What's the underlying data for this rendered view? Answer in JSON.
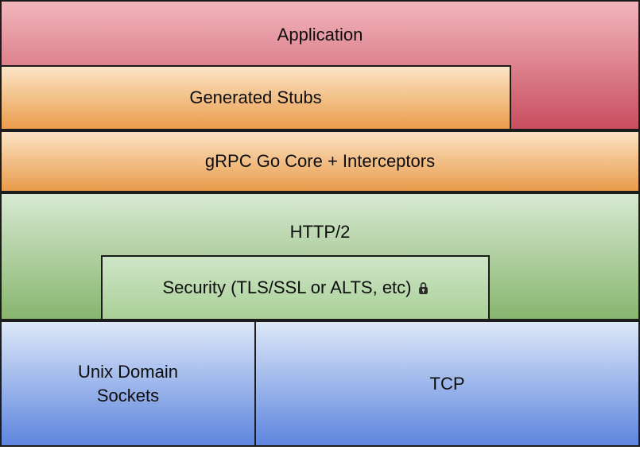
{
  "diagram": {
    "layers": {
      "application": {
        "label": "Application"
      },
      "generated_stubs": {
        "label": "Generated Stubs"
      },
      "grpc_core": {
        "label": "gRPC Go Core + Interceptors"
      },
      "http2": {
        "label": "HTTP/2"
      },
      "security": {
        "label": "Security (TLS/SSL or ALTS, etc)",
        "icon": "lock-icon"
      },
      "unix_domain_sockets": {
        "label": "Unix Domain Sockets"
      },
      "tcp": {
        "label": "TCP"
      }
    },
    "colors": {
      "application_top": "#f2b6bd",
      "application_bottom": "#c84e5f",
      "stubs_top": "#fce5c7",
      "stubs_bottom": "#ea9c4b",
      "http2_top": "#d8e9d2",
      "http2_bottom": "#87b56e",
      "security_top": "#cfe5c7",
      "security_bottom": "#a9d097",
      "sockets_top": "#dde7f8",
      "sockets_bottom": "#5e86de",
      "border": "#1c1c1c"
    }
  }
}
